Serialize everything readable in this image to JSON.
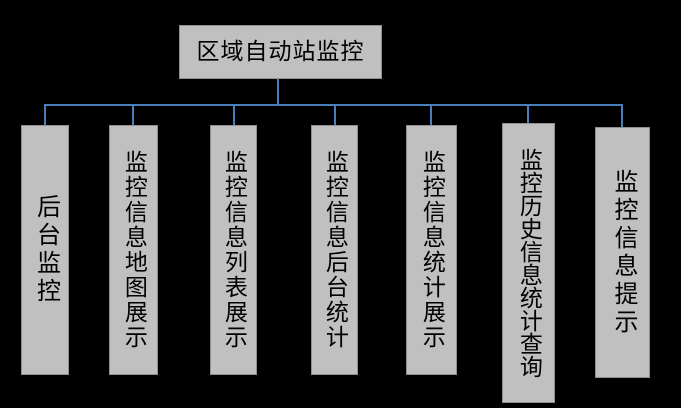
{
  "diagram": {
    "type": "org-chart",
    "title": "区域自动站监控",
    "background_color": "#000000",
    "node_fill_color": "#c0c0c0",
    "node_border_color": "#8f8f8f",
    "connector_color": "#4a7ebb",
    "text_color": "#000000",
    "root": {
      "label": "区域自动站监控",
      "orientation": "horizontal"
    },
    "children": [
      {
        "label": "后台监控",
        "orientation": "vertical"
      },
      {
        "label": "监控信息地图展示",
        "orientation": "vertical"
      },
      {
        "label": "监控信息列表展示",
        "orientation": "vertical"
      },
      {
        "label": "监控信息后台统计",
        "orientation": "vertical"
      },
      {
        "label": "监控信息统计展示",
        "orientation": "vertical"
      },
      {
        "label": "监控历史信息统计查询",
        "orientation": "vertical"
      },
      {
        "label": "监控信息提示",
        "orientation": "vertical"
      }
    ]
  }
}
